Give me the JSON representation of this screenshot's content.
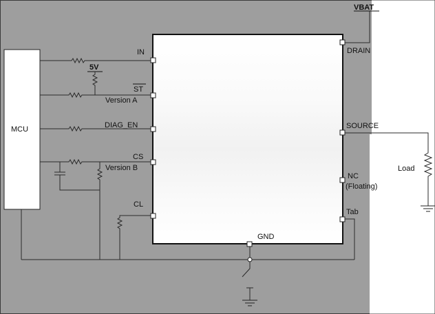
{
  "colors": {
    "board": "#9e9e9e",
    "chip": "#ffffff",
    "wire": "#2a2a2a",
    "text": "#111111"
  },
  "labels": {
    "vbat": "VBAT",
    "mcu": "MCU",
    "five_v": "5V",
    "load": "Load",
    "gnd": "GND"
  },
  "pins": {
    "in": "IN",
    "st": "ST",
    "version_a": "Version A",
    "diag_en": "DIAG_EN",
    "cs": "CS",
    "version_b": "Version B",
    "cl": "CL",
    "drain": "DRAIN",
    "source": "SOURCE",
    "nc": "NC",
    "floating": "(Floating)",
    "tab": "Tab"
  }
}
